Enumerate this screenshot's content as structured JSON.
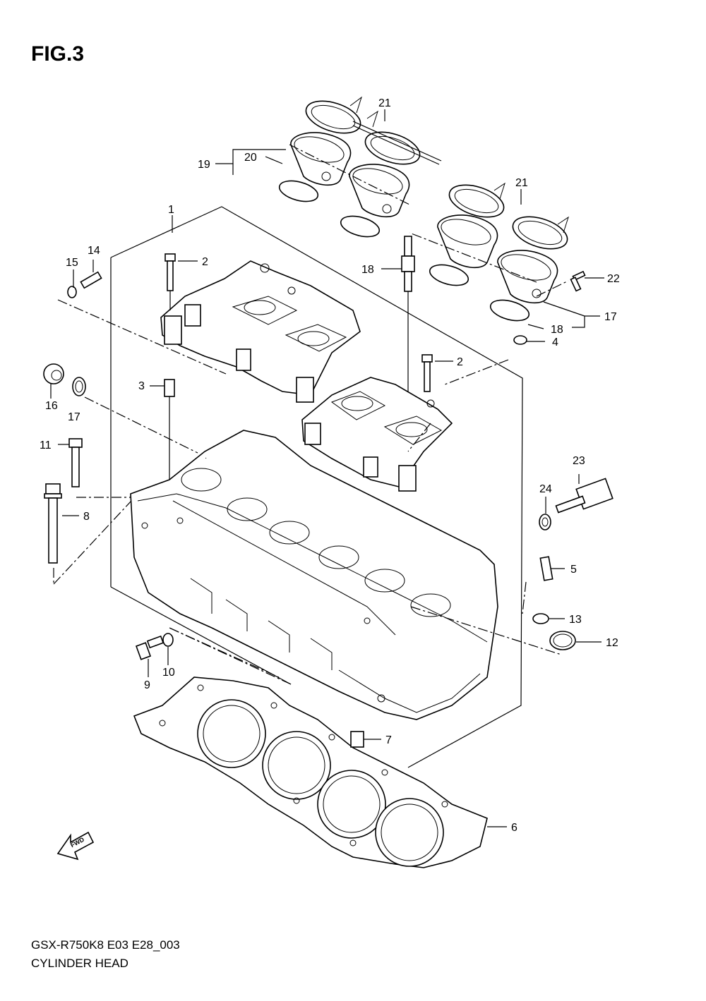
{
  "figure": {
    "title": "FIG.3",
    "model_code": "GSX-R750K8 E03 E28_003",
    "caption": "CYLINDER HEAD",
    "fwd_label": "FWD"
  },
  "callouts": {
    "c1": "1",
    "c2a": "2",
    "c2b": "2",
    "c3": "3",
    "c4": "4",
    "c5": "5",
    "c6": "6",
    "c7": "7",
    "c8": "8",
    "c9": "9",
    "c10": "10",
    "c11": "11",
    "c12": "12",
    "c13": "13",
    "c14": "14",
    "c15": "15",
    "c16": "16",
    "c17a": "17",
    "c17b": "17",
    "c18a": "18",
    "c18b": "18",
    "c19": "19",
    "c20": "20",
    "c21a": "21",
    "c21b": "21",
    "c22": "22",
    "c23": "23",
    "c24": "24"
  }
}
